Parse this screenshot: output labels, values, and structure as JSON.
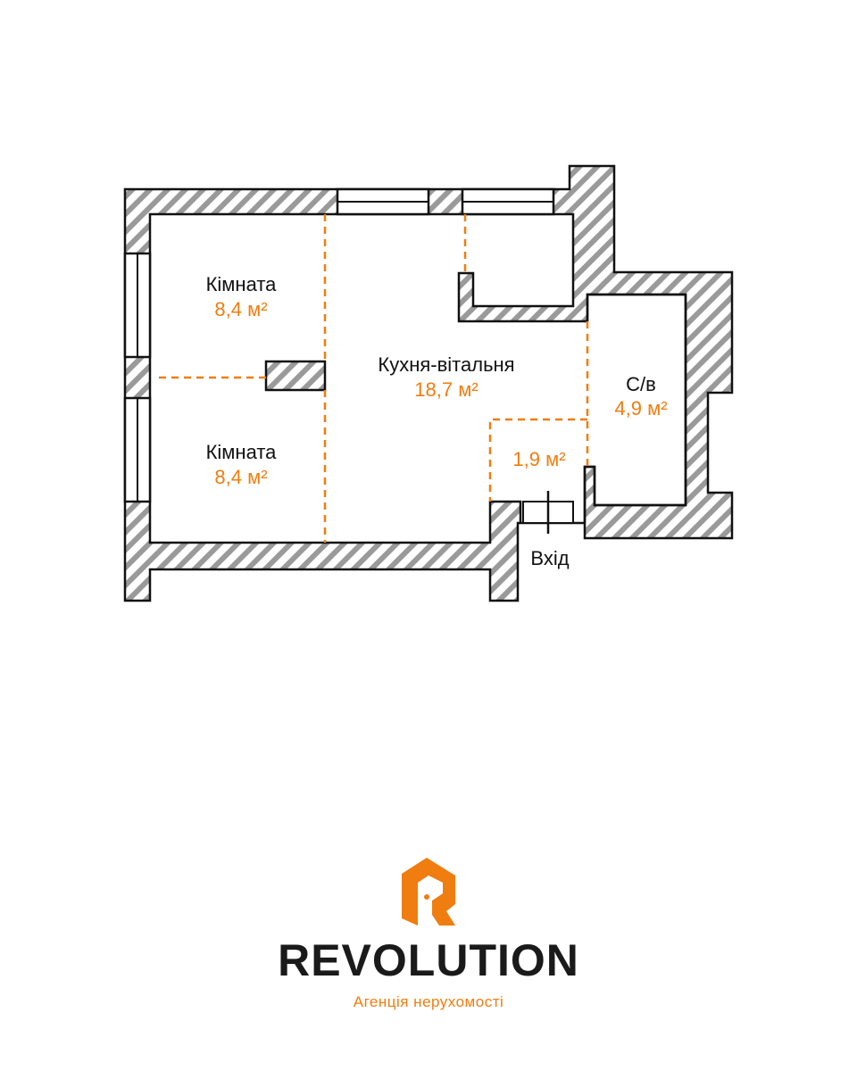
{
  "colors": {
    "accent": "#f07d0f",
    "wall": "#111111",
    "hatch": "#9a9a9a",
    "text": "#111111"
  },
  "rooms": {
    "room_top": {
      "name": "Кімната",
      "area": "8,4 м²"
    },
    "room_bottom": {
      "name": "Кімната",
      "area": "8,4 м²"
    },
    "kitchen_living": {
      "name": "Кухня-вітальня",
      "area": "18,7 м²"
    },
    "bathroom": {
      "name": "С/в",
      "area": "4,9 м²"
    },
    "hall": {
      "area": "1,9 м²"
    }
  },
  "entrance_label": "Вхід",
  "brand": {
    "name": "REVOLUTION",
    "tagline": "Агенція нерухомості",
    "logo_icon": "house-door-icon"
  }
}
